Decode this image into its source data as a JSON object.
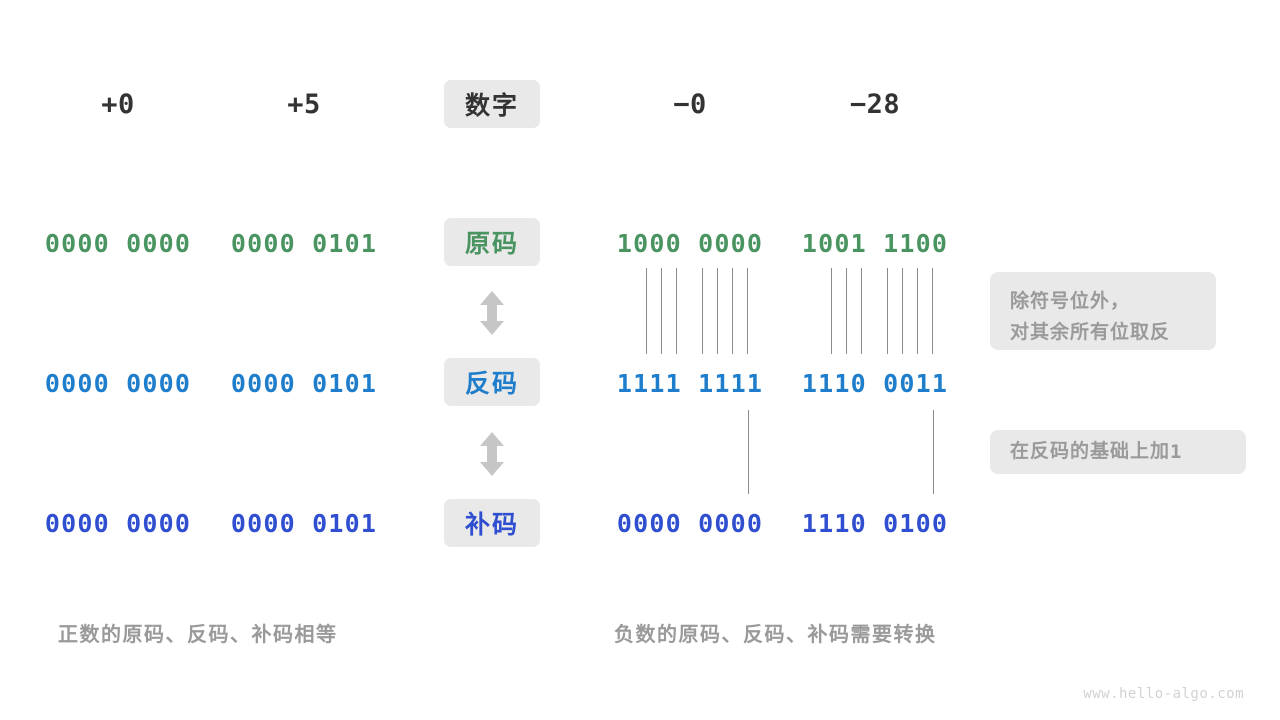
{
  "watermark": "www.hello-algo.com",
  "header": {
    "badge": "数字",
    "columns": [
      "+0",
      "+5",
      "−0",
      "−28"
    ]
  },
  "rows": [
    {
      "badge": "原码",
      "color": "#4a9461",
      "values": [
        "0000 0000",
        "0000 0101",
        "1000 0000",
        "1001 1100"
      ]
    },
    {
      "badge": "反码",
      "color": "#1f7ecb",
      "values": [
        "0000 0000",
        "0000 0101",
        "1111 1111",
        "1110 0011"
      ]
    },
    {
      "badge": "补码",
      "color": "#2f4fd0",
      "values": [
        "0000 0000",
        "0000 0101",
        "0000 0000",
        "1110 0100"
      ]
    }
  ],
  "notes": [
    {
      "text": "除符号位外，\n对其余所有位取反"
    },
    {
      "text_before": "在反码的基础上加 ",
      "text_mono": "1"
    }
  ],
  "captions": {
    "left": "正数的原码、反码、补码相等",
    "right": "负数的原码、反码、补码需要转换"
  },
  "colors": {
    "badge_bg": "#e9e9e9",
    "note_bg": "#e9e9e9",
    "note_text": "#9a9a9a",
    "line": "#8a8a8a",
    "arrow": "#c6c6c6",
    "header_text": "#333333",
    "watermark": "#d2d2d2"
  }
}
